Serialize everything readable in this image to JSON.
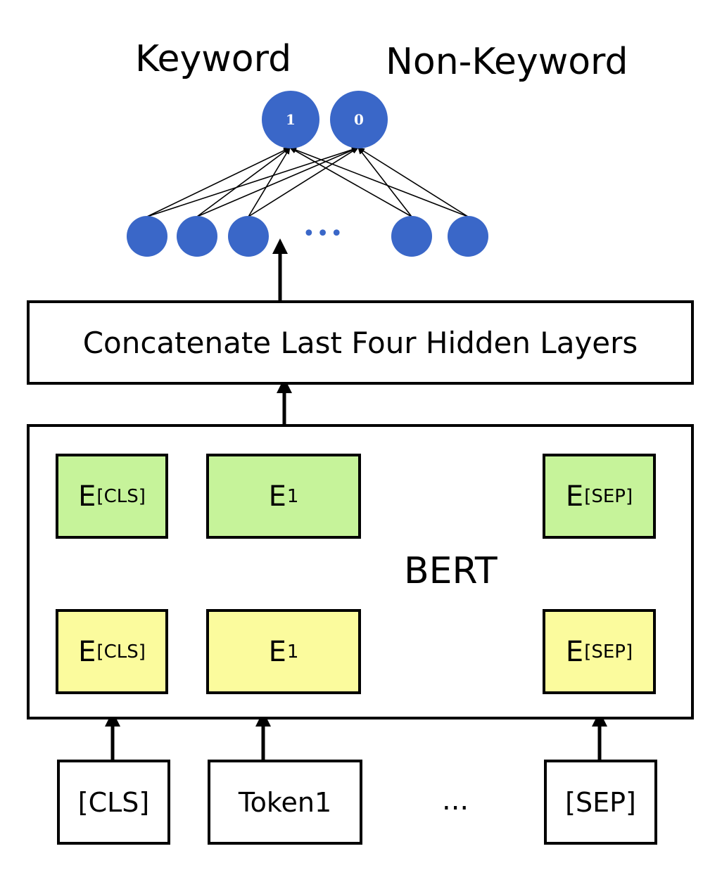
{
  "colors": {
    "node": "#3a67c8",
    "top_embedding": "#c6f39a",
    "bottom_embedding": "#fbfb9d",
    "stroke": "#000000"
  },
  "output": {
    "keyword_label": "Keyword",
    "non_keyword_label": "Non-Keyword",
    "keyword_value": "1",
    "non_keyword_value": "0"
  },
  "hidden_ellipsis": "•••",
  "concat_label": "Concatenate Last Four Hidden Layers",
  "bert": {
    "label": "BERT",
    "top_row": [
      {
        "base": "E",
        "sub": "[CLS]"
      },
      {
        "base": "E",
        "sub": "1"
      },
      {
        "base": "E",
        "sub": "[SEP]"
      }
    ],
    "bottom_row": [
      {
        "base": "E",
        "sub": "[CLS]"
      },
      {
        "base": "E",
        "sub": "1"
      },
      {
        "base": "E",
        "sub": "[SEP]"
      }
    ]
  },
  "tokens": {
    "cls": "[CLS]",
    "token1": "Token1",
    "ellipsis": "...",
    "sep": "[SEP]"
  }
}
